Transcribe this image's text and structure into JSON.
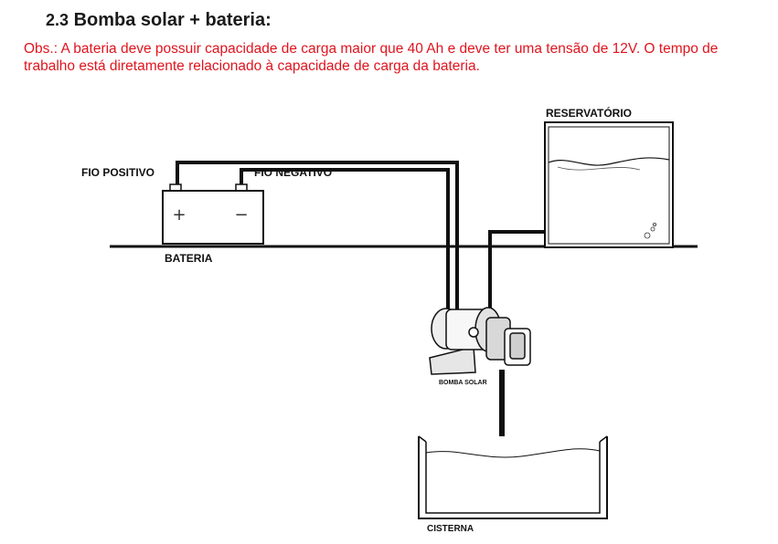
{
  "section": {
    "number": "2.3",
    "title": "Bomba solar + bateria:"
  },
  "note": "Obs.: A bateria deve possuir capacidade de carga maior que 40 Ah e deve ter uma tensão de 12V. O tempo de trabalho está diretamente relacionado à capacidade de carga da bateria.",
  "diagram": {
    "label_reservoir": "RESERVATÓRIO",
    "label_positive_wire": "FIO POSITIVO",
    "label_negative_wire": "FIO NEGATIVO",
    "label_battery": "BATERIA",
    "label_pump": "BOMBA SOLAR",
    "label_cistern": "CISTERNA",
    "battery_plus": "+",
    "battery_minus": "−"
  }
}
